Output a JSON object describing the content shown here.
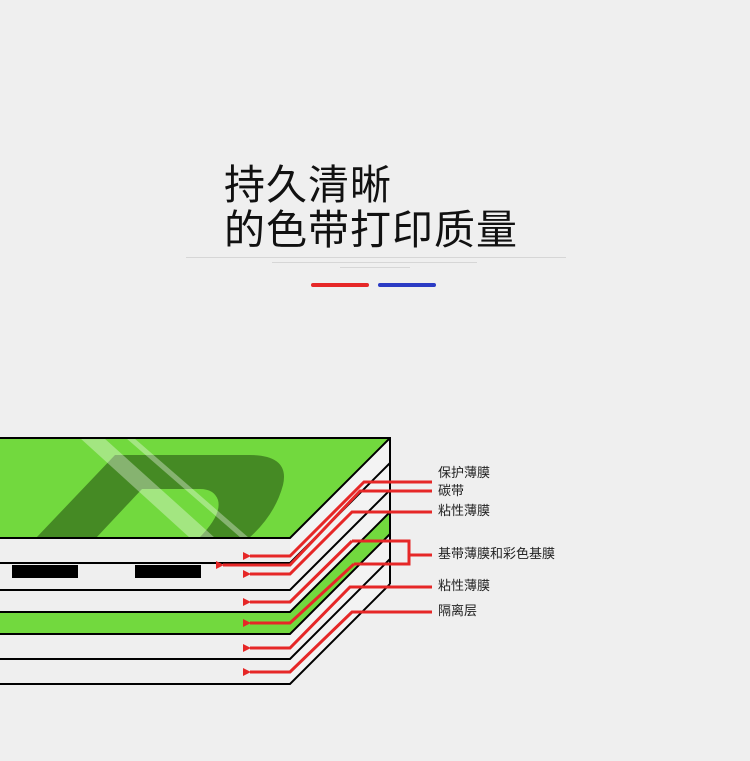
{
  "heading": {
    "line1": "持久清晰",
    "line2": "的色带打印质量"
  },
  "accent_colors": {
    "red": "#e62727",
    "blue": "#2b3bc4",
    "green": "#72d93e",
    "dark_green": "#458a24"
  },
  "layers": {
    "labels": [
      "保护薄膜",
      "碳带",
      "粘性薄膜",
      "基带薄膜和彩色基膜",
      "粘性薄膜",
      "隔离层"
    ]
  }
}
